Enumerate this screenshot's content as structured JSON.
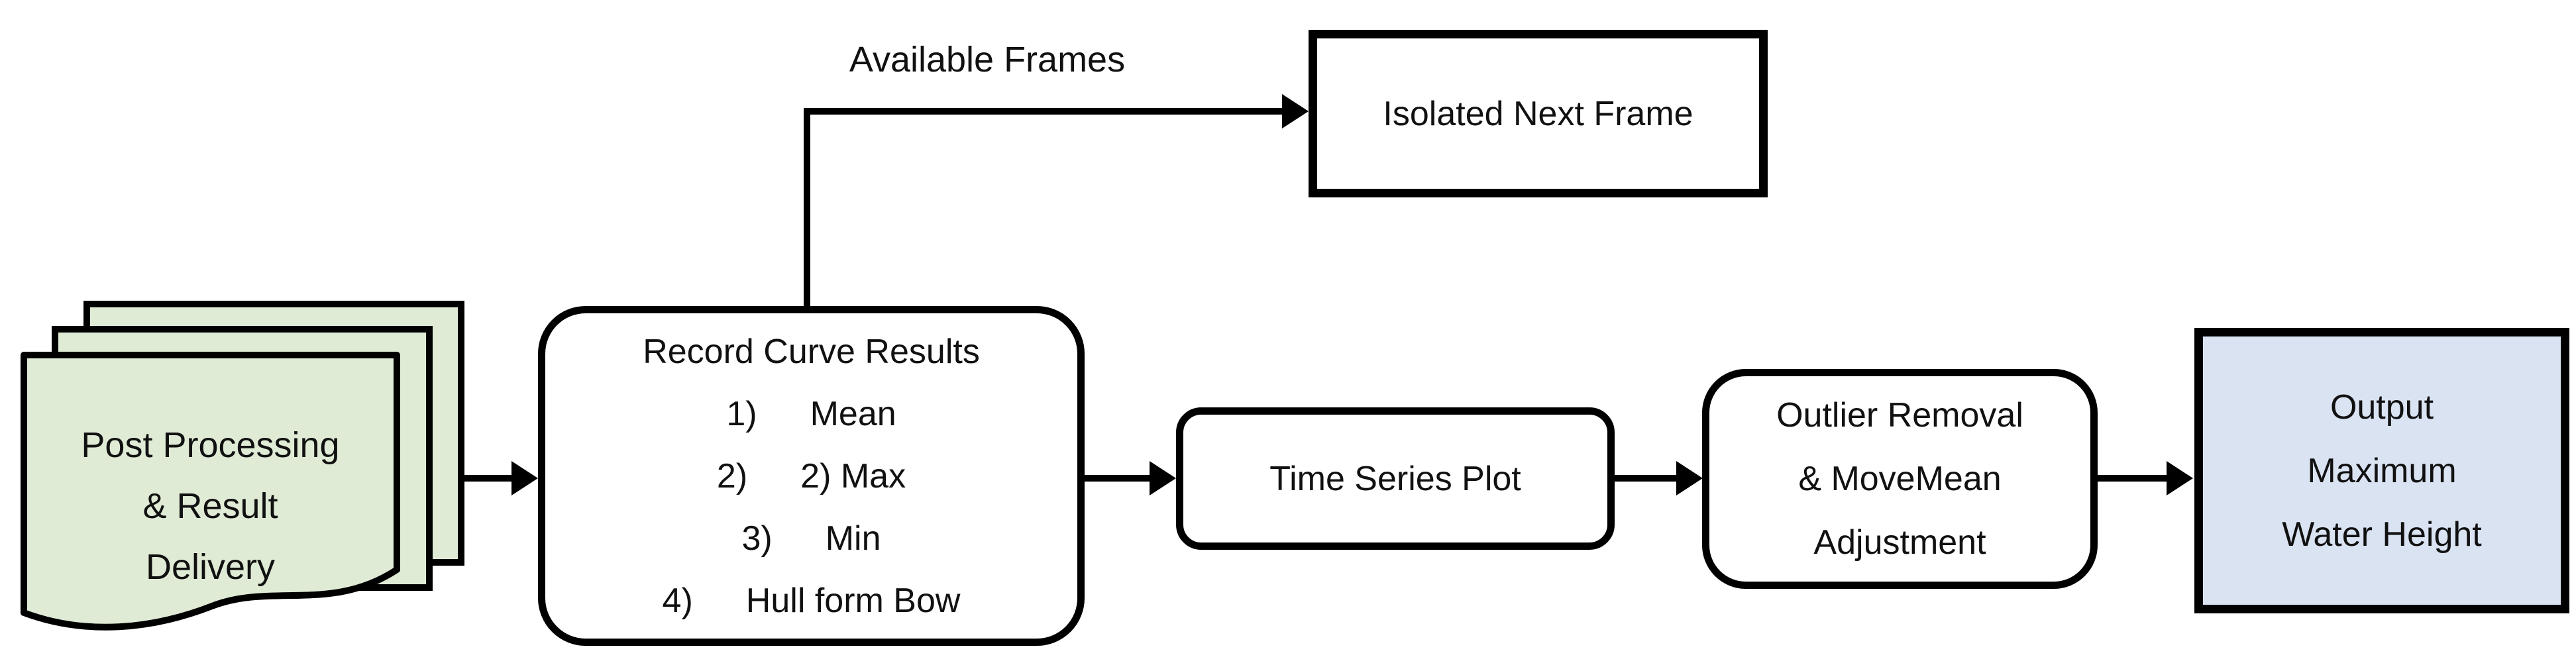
{
  "diagram": {
    "colors": {
      "doc_fill": "#e0ebd6",
      "output_fill": "#dae3f2",
      "stroke": "#000000",
      "background": "#ffffff"
    },
    "docs": {
      "lines": [
        "Post Processing",
        "& Result",
        "Delivery"
      ]
    },
    "record": {
      "title": "Record Curve Results",
      "items": [
        {
          "num": "1)",
          "text": "Mean"
        },
        {
          "num": "2)",
          "text": "2) Max"
        },
        {
          "num": "3)",
          "text": "Min"
        },
        {
          "num": "4)",
          "text": "Hull form Bow"
        }
      ]
    },
    "available_frames_label": "Available Frames",
    "isolated": {
      "label": "Isolated Next Frame"
    },
    "time_series": {
      "label": "Time Series Plot"
    },
    "outlier": {
      "lines": [
        "Outlier Removal",
        "& MoveMean",
        "Adjustment"
      ]
    },
    "output": {
      "lines": [
        "Output",
        "Maximum",
        "Water Height"
      ]
    }
  }
}
